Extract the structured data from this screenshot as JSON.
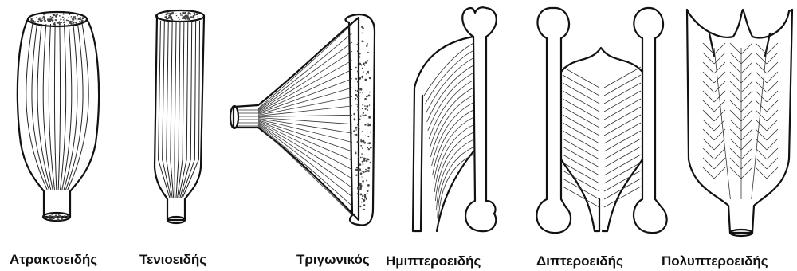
{
  "figure": {
    "labels": {
      "fusiform": "Ατρακτοειδής",
      "strap": "Τενιοειδής",
      "triangular": "Τριγωνικός",
      "unipennate": "Ημιπτεροειδής",
      "bipennate": "Διπτεροειδής",
      "multipennate": "Πολυπτεροειδής"
    }
  }
}
